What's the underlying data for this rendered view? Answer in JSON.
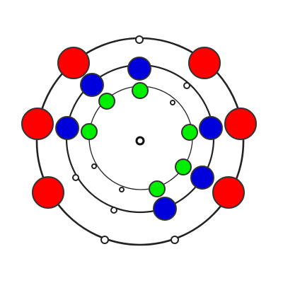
{
  "colors": {
    "background": "#ffffff",
    "ring_stroke": "#222222",
    "outer_ball": "#ff0000",
    "middle_ball": "#0000dd",
    "inner_ball": "#00ee00",
    "ball_stroke": "#333333",
    "marker_fill": "#ffffff",
    "marker_stroke": "#222222",
    "center_dot": "#111111"
  },
  "rings": [
    {
      "name": "outer-ring"
    },
    {
      "name": "middle-ring"
    },
    {
      "name": "inner-ring"
    }
  ],
  "balls": {
    "outer": {
      "count": 6,
      "color_key": "outer_ball"
    },
    "middle": {
      "count": 6,
      "color_key": "middle_ball"
    },
    "inner": {
      "count": 6,
      "color_key": "inner_ball"
    }
  },
  "markers": {
    "outer": 3,
    "middle": 3,
    "inner": 3
  }
}
